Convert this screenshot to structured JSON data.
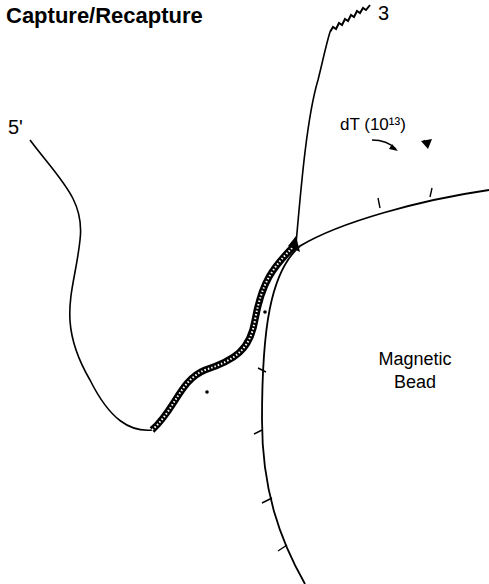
{
  "diagram": {
    "title": "Capture/Recapture",
    "nodes": [
      {
        "text": [
          "Magnetic Bead"
        ]
      }
    ],
    "labels": [
      "3",
      "5'",
      "dT (10¹³)"
    ]
  }
}
